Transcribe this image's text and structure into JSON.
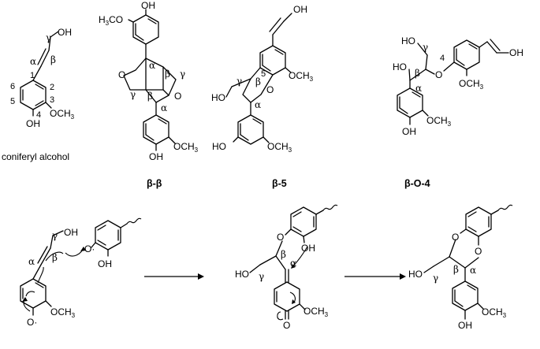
{
  "captions": {
    "coniferyl": "coniferyl alcohol",
    "bb": "β-β",
    "b5": "β-5",
    "bo4": "β-O-4"
  },
  "atoms": {
    "oh": "OH",
    "ho": "HO",
    "och3": "OCH3",
    "h3co": "H3CO",
    "o": "O",
    "radical_o": "O·",
    "carbonyl_o": "O"
  },
  "greek": {
    "alpha": "α",
    "beta": "β",
    "gamma": "γ"
  },
  "ring_numbers": [
    "1",
    "2",
    "3",
    "4",
    "5",
    "6"
  ],
  "icons": {
    "reaction_arrow": "right-arrow",
    "electron_arrow": "curved-arrow",
    "wavy_bond": "wavy-line"
  }
}
